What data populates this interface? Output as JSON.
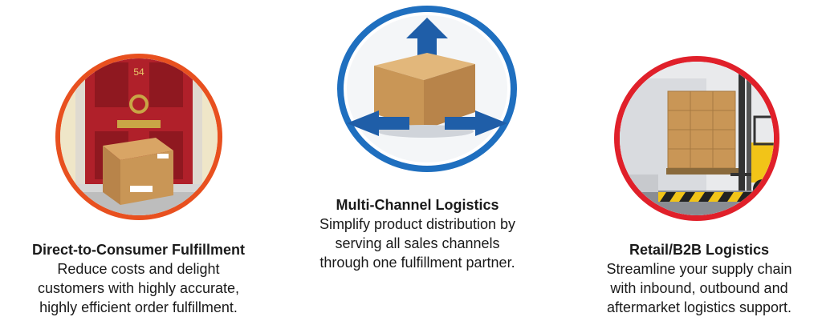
{
  "features": [
    {
      "icon": "front-door-package-icon",
      "title": "Direct-to-Consumer Fulfillment",
      "lines": [
        "Reduce costs and delight",
        "customers with highly accurate,",
        "highly efficient order fulfillment."
      ],
      "ring_color": "#e8501f",
      "door_number": "54"
    },
    {
      "icon": "box-distribution-arrows-icon",
      "title": "Multi-Channel Logistics",
      "lines": [
        "Simplify product distribution by",
        "serving all sales channels",
        "through one fulfillment partner."
      ],
      "ring_color": "#1f6fbf"
    },
    {
      "icon": "forklift-pallet-icon",
      "title": "Retail/B2B Logistics",
      "lines": [
        "Streamline your supply chain",
        "with inbound, outbound and",
        "aftermarket logistics support."
      ],
      "ring_color": "#e0202a"
    }
  ]
}
